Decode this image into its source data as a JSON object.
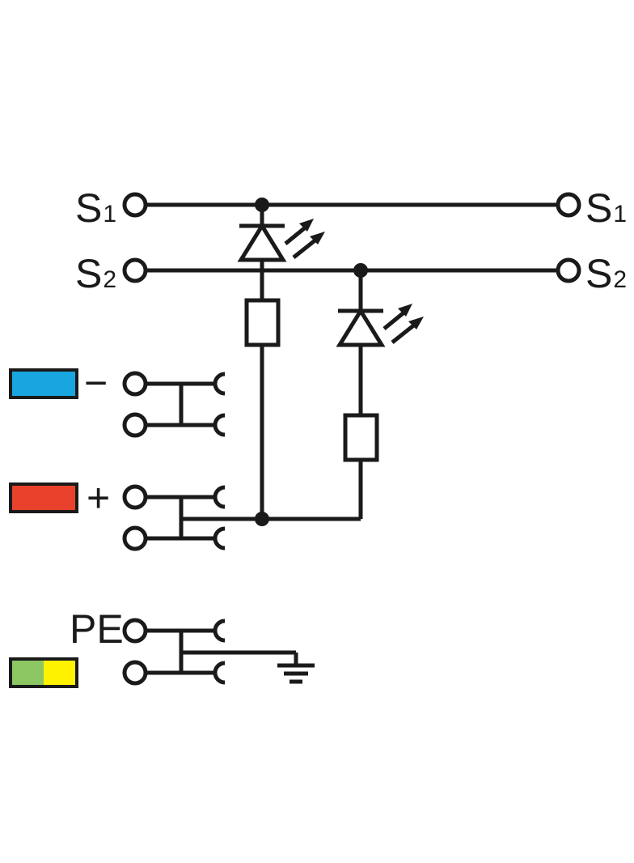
{
  "labels": {
    "s1_left": {
      "letter": "S",
      "sub": "1"
    },
    "s2_left": {
      "letter": "S",
      "sub": "2"
    },
    "s1_right": {
      "letter": "S",
      "sub": "1"
    },
    "s2_right": {
      "letter": "S",
      "sub": "2"
    },
    "minus": "−",
    "plus": "+",
    "pe": "PE"
  },
  "colors": {
    "line": "#1a1a1a",
    "minus_marker": "#19a6e0",
    "plus_marker": "#e8412c",
    "pe_green": "#8cc763",
    "pe_yellow": "#fff200"
  },
  "icons": {
    "led": "led-diode-icon",
    "resistor": "resistor-icon",
    "ground": "ground-icon",
    "terminal": "terminal-circle-icon",
    "clamp": "spring-clamp-icon"
  }
}
